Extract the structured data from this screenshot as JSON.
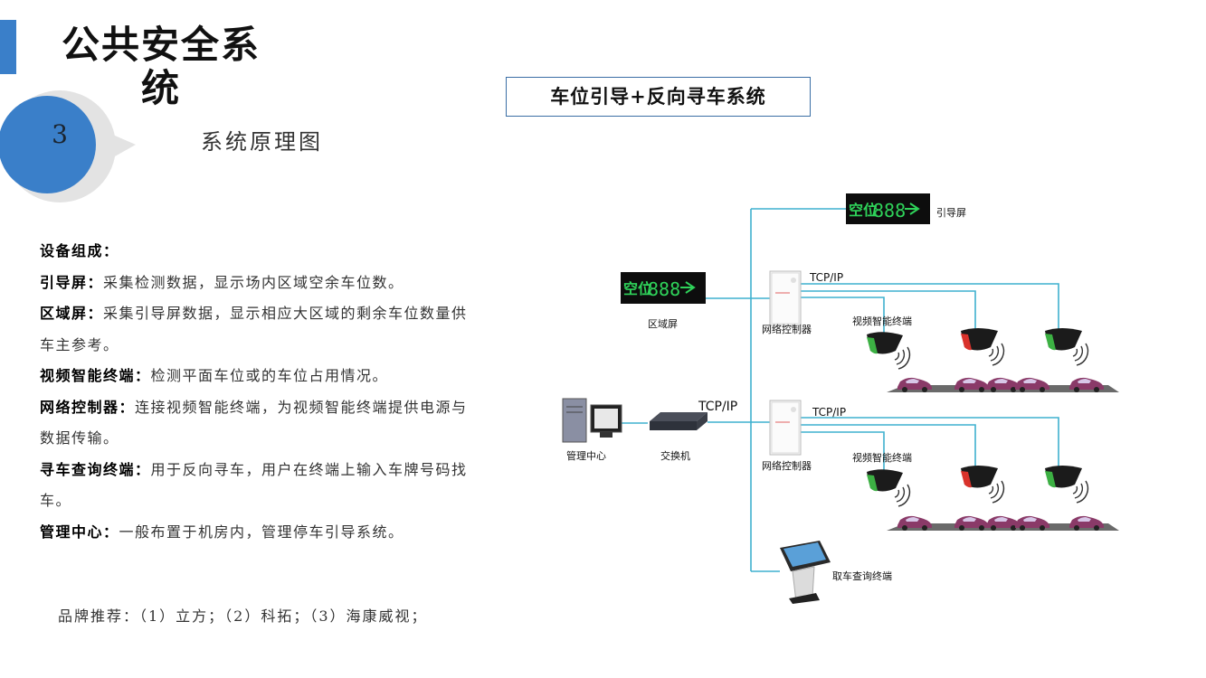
{
  "header": {
    "title_line1": "公共安全系",
    "title_line2": "统",
    "section_number": "3",
    "subtitle": "系统原理图"
  },
  "system_title": "车位引导+反向寻车系统",
  "description": {
    "heading": "设备组成：",
    "items": [
      {
        "term": "引导屏：",
        "text": "采集检测数据，显示场内区域空余车位数。"
      },
      {
        "term": "区域屏：",
        "text": "采集引导屏数据，显示相应大区域的剩余车位数量供",
        "text2": "车主参考。"
      },
      {
        "term": "视频智能终端：",
        "text": "检测平面车位或的车位占用情况。"
      },
      {
        "term": "网络控制器：",
        "text": "连接视频智能终端，为视频智能终端提供电源与",
        "text2": "数据传输。"
      },
      {
        "term": "寻车查询终端：",
        "text": "用于反向寻车，用户在终端上输入车牌号码找",
        "text2": "车。"
      },
      {
        "term": "管理中心：",
        "text": "一般布置于机房内，管理停车引导系统。"
      }
    ]
  },
  "brand": "品牌推荐：（1）立方；（2）科拓；（3）海康威视；",
  "diagram": {
    "display_text": "空位",
    "display_digits": "888",
    "labels": {
      "guide_screen": "引导屏",
      "zone_screen": "区域屏",
      "controller_1": "网络控制器",
      "controller_2": "网络控制器",
      "tcp_top": "TCP/IP",
      "tcp_main": "TCP/IP",
      "tcp_bottom": "TCP/IP",
      "video_terminal_1": "视频智能终端",
      "video_terminal_2": "视频智能终端",
      "management_center": "管理中心",
      "switch": "交换机",
      "kiosk": "取车查询终端"
    }
  },
  "colors": {
    "accent": "#3a7fc9",
    "line": "#3fb1cf",
    "led_green": "#2fd35a",
    "sensor_green": "#3cb043",
    "sensor_red": "#d9322b"
  }
}
